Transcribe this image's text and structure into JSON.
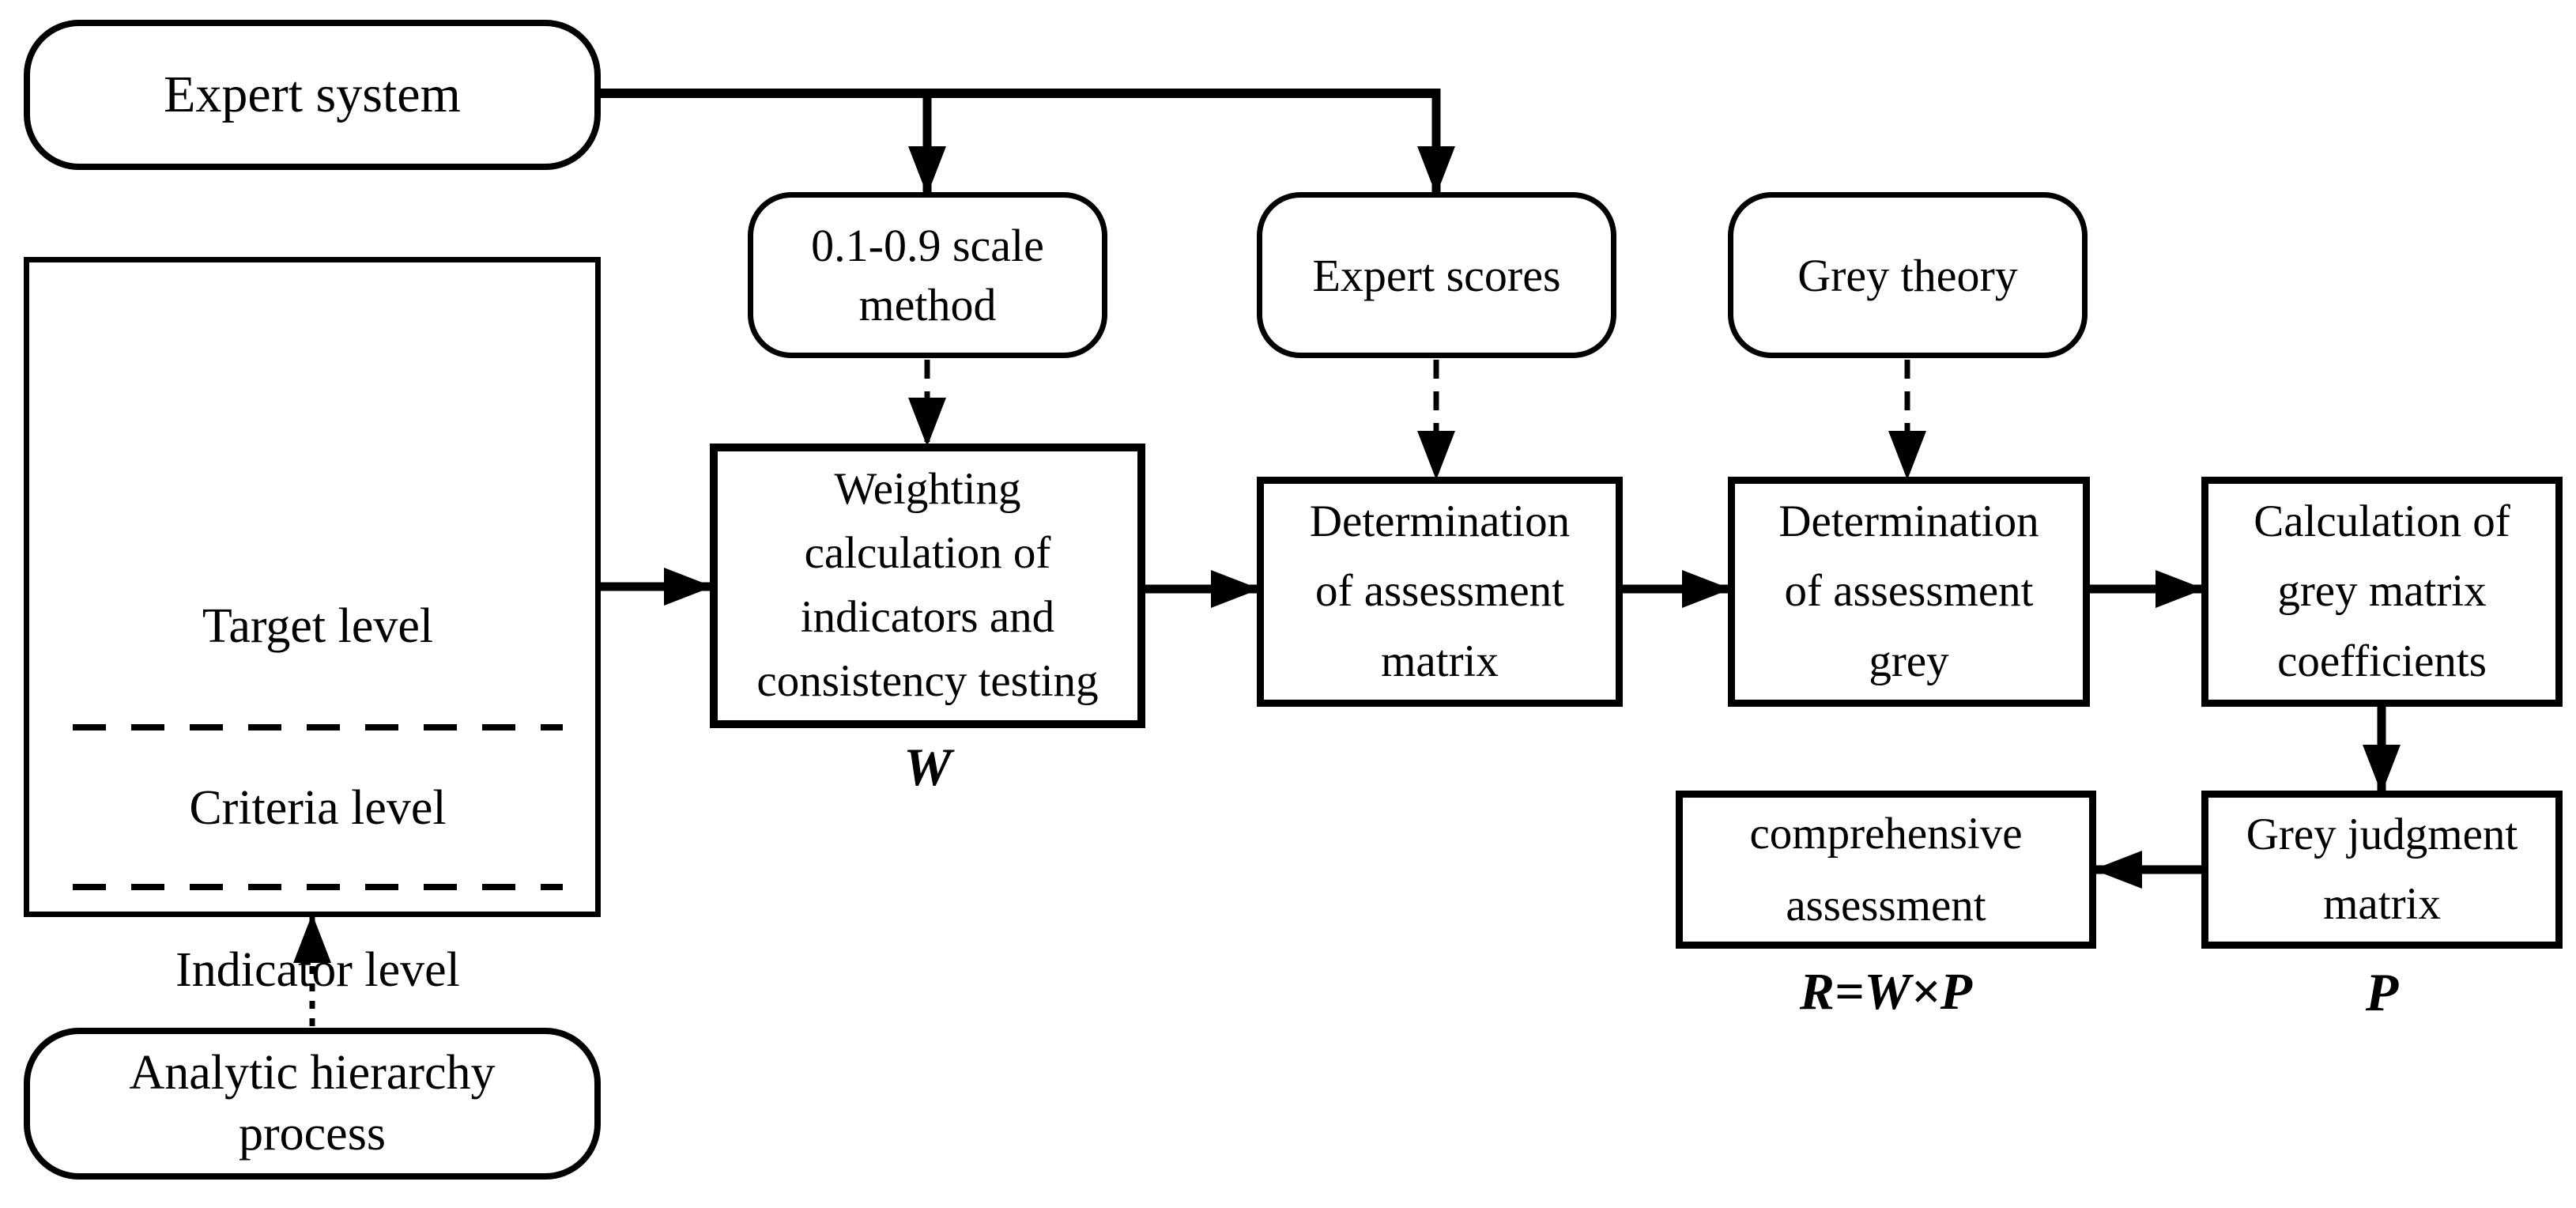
{
  "diagram": {
    "title": "AHP grey comprehensive assessment flowchart",
    "colors": {
      "stroke": "#000000",
      "background": "#ffffff"
    },
    "nodes": {
      "expert_system": {
        "label": "Expert system"
      },
      "hierarchy": {
        "levels": [
          "Target level",
          "Criteria level",
          "Indicator level"
        ]
      },
      "ahp": {
        "label": "Analytic hierarchy\nprocess"
      },
      "scale_method": {
        "label": "0.1-0.9 scale\nmethod"
      },
      "expert_scores": {
        "label": "Expert scores"
      },
      "grey_theory": {
        "label": "Grey theory"
      },
      "weighting": {
        "label": "Weighting\ncalculation of\nindicators and\nconsistency testing",
        "sublabel": "W"
      },
      "det_matrix": {
        "label": "Determination\nof assessment\nmatrix"
      },
      "det_grey": {
        "label": "Determination\nof assessment\ngrey"
      },
      "calc_coeff": {
        "label": "Calculation of\ngrey matrix\ncoefficients"
      },
      "grey_judgment": {
        "label": "Grey judgment\nmatrix",
        "sublabel": "P"
      },
      "comprehensive": {
        "label": "comprehensive\nassessment",
        "sublabel": "R=W×P"
      }
    }
  }
}
